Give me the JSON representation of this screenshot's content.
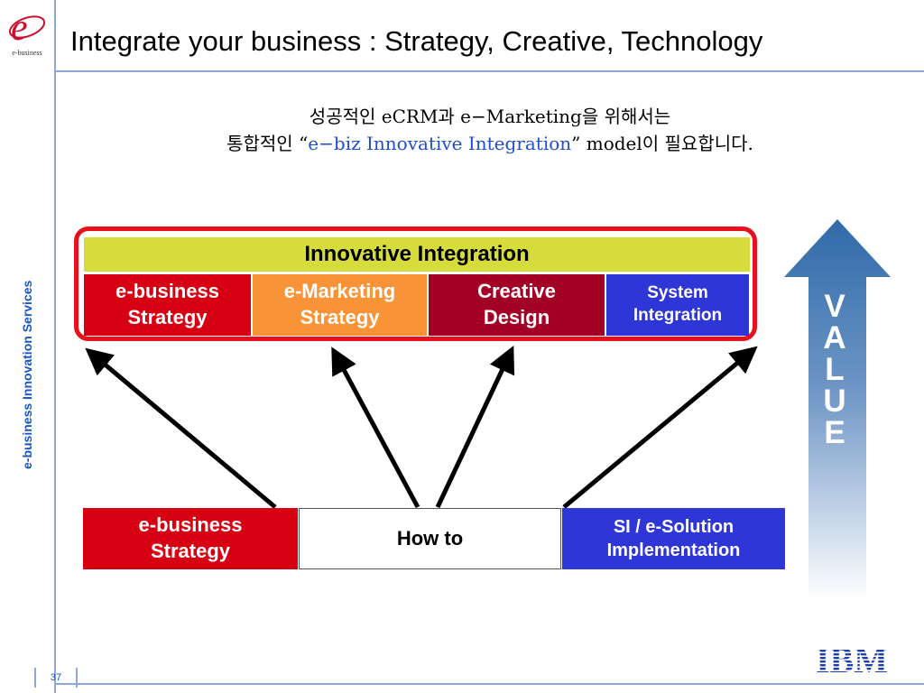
{
  "header": {
    "title": "Integrate your business : Strategy, Creative, Technology",
    "logo_subtitle": "e-business"
  },
  "sidebar": {
    "vertical_text": "e-business Innovation Services"
  },
  "subtitle": {
    "line1": "성공적인 eCRM과 e−Marketing을 위해서는",
    "line2_before": "통합적인 “",
    "line2_highlight": "e−biz Innovative Integration",
    "line2_after": "” model이 필요합니다."
  },
  "top_group": {
    "header": "Innovative Integration",
    "boxes": [
      {
        "label": "e-business\nStrategy"
      },
      {
        "label": "e-Marketing\nStrategy"
      },
      {
        "label": "Creative\nDesign"
      },
      {
        "label": "System\nIntegration"
      }
    ]
  },
  "bottom_row": {
    "boxes": [
      {
        "label": "e-business\nStrategy"
      },
      {
        "label": "How to"
      },
      {
        "label": "SI / e-Solution\nImplementation"
      }
    ]
  },
  "value_arrow": {
    "text": "V\nA\nL\nU\nE"
  },
  "footer": {
    "page_number": "37",
    "brand": "IBM"
  },
  "colors": {
    "red": "#d60012",
    "orange": "#f89437",
    "maroon": "#a20024",
    "blue": "#2f36d8",
    "yellow_green": "#d6dc3c",
    "frame_red": "#e8101c",
    "value_blue": "#3f74b3",
    "ibm_blue": "#1f3fa8"
  }
}
